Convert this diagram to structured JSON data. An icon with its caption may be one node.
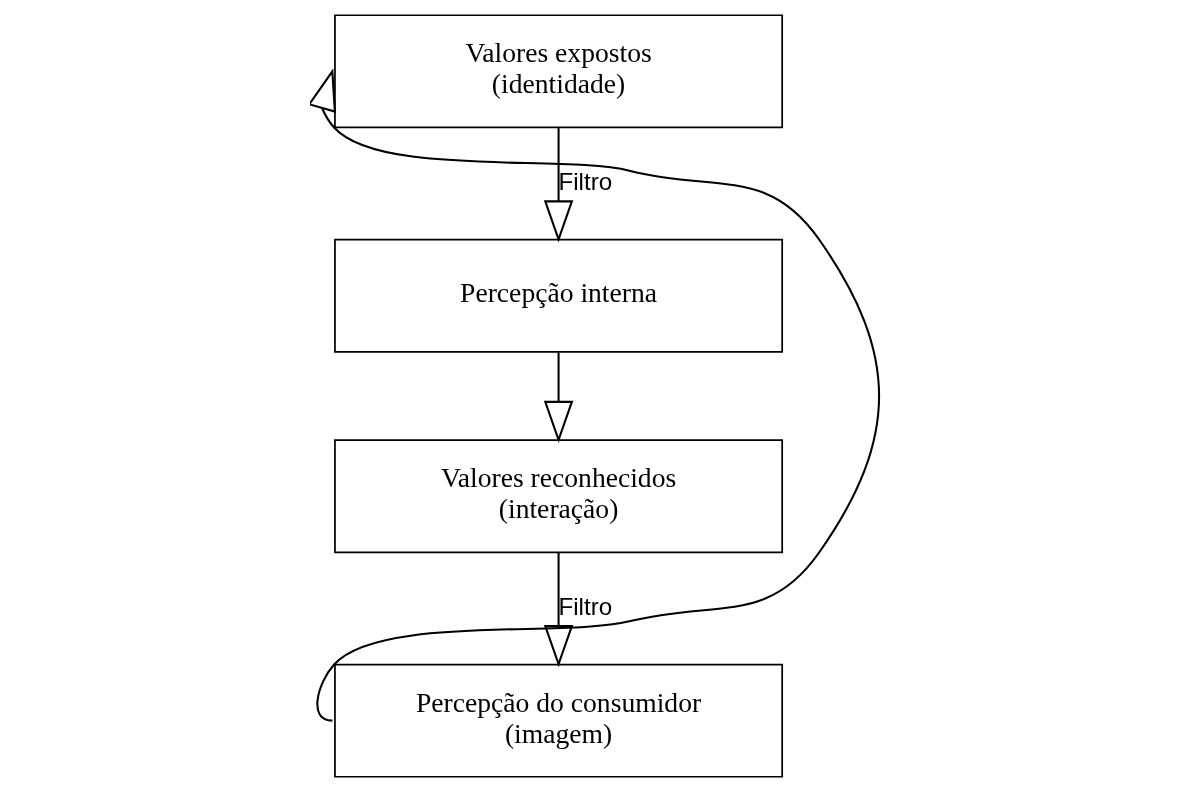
{
  "diagram": {
    "nodes": [
      {
        "text": [
          "Valores expostos (identidade)"
        ]
      },
      {
        "text": [
          "Percepção interna"
        ]
      },
      {
        "text": [
          "Valores reconhecidos (interação)"
        ]
      },
      {
        "text": [
          "Percepção do consumidor (imagem)"
        ]
      }
    ],
    "edges": [
      {
        "from": 0,
        "to": 1,
        "arrow": "to",
        "label": "Filtro"
      },
      {
        "from": 1,
        "to": 2,
        "arrow": "to"
      },
      {
        "from": 2,
        "to": 3,
        "arrow": "to",
        "label": "Filtro"
      },
      {
        "from": 3,
        "to": 0,
        "arrow": "to"
      }
    ]
  }
}
